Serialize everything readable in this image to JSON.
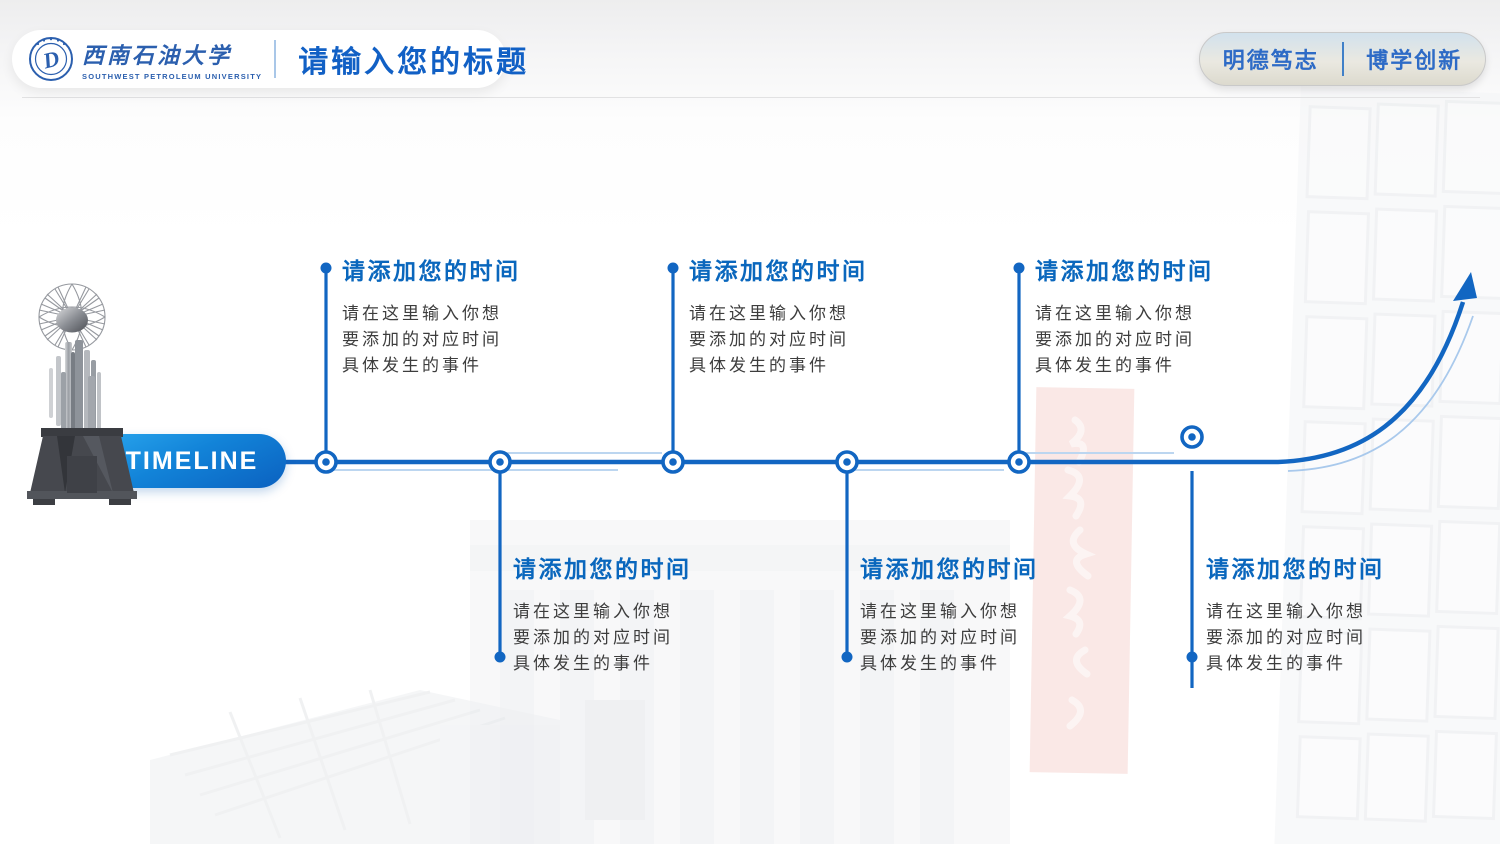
{
  "header": {
    "logo": {
      "university_cn": "西南石油大学",
      "university_en": "SOUTHWEST PETROLEUM UNIVERSITY"
    },
    "title": "请输入您的标题",
    "motto": {
      "left": "明德笃志",
      "right": "博学创新"
    }
  },
  "timeline": {
    "label": "TIMELINE",
    "items": [
      {
        "position": "top",
        "heading": "请添加您的时间",
        "body": [
          "请在这里输入你想",
          "要添加的对应时间",
          "具体发生的事件"
        ]
      },
      {
        "position": "bottom",
        "heading": "请添加您的时间",
        "body": [
          "请在这里输入你想",
          "要添加的对应时间",
          "具体发生的事件"
        ]
      },
      {
        "position": "top",
        "heading": "请添加您的时间",
        "body": [
          "请在这里输入你想",
          "要添加的对应时间",
          "具体发生的事件"
        ]
      },
      {
        "position": "bottom",
        "heading": "请添加您的时间",
        "body": [
          "请在这里输入你想",
          "要添加的对应时间",
          "具体发生的事件"
        ]
      },
      {
        "position": "top",
        "heading": "请添加您的时间",
        "body": [
          "请在这里输入你想",
          "要添加的对应时间",
          "具体发生的事件"
        ]
      },
      {
        "position": "bottom",
        "heading": "请添加您的时间",
        "body": [
          "请在这里输入你想",
          "要添加的对应时间",
          "具体发生的事件"
        ]
      }
    ]
  },
  "colors": {
    "primary_blue": "#1266c2",
    "heading_blue": "#0a67bd",
    "title_blue": "#1160c5",
    "body_text": "#3d3d3d",
    "timeline_pill_start": "#29a5ed",
    "timeline_pill_end": "#0b61c0",
    "echo_blue": "#bcd6f0",
    "motto_blue": "#2e6bc6",
    "logo_blue": "#2b5fae"
  }
}
